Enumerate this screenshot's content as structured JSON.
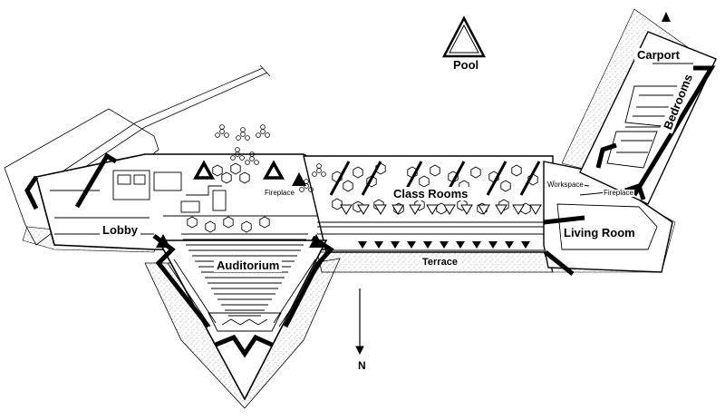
{
  "labels": {
    "pool": "Pool",
    "carport": "Carport",
    "bedrooms": "Bedrooms",
    "lobby": "Lobby",
    "auditorium": "Auditorium",
    "class_rooms": "Class Rooms",
    "living_room": "Living Room",
    "terrace": "Terrace",
    "fireplace_center": "Fireplace",
    "fireplace_east": "Fireplace",
    "workspace": "Workspace",
    "north": "N"
  },
  "colors": {
    "ink": "#000000",
    "paper": "#ffffff",
    "stipple": "#8a8a8a"
  }
}
